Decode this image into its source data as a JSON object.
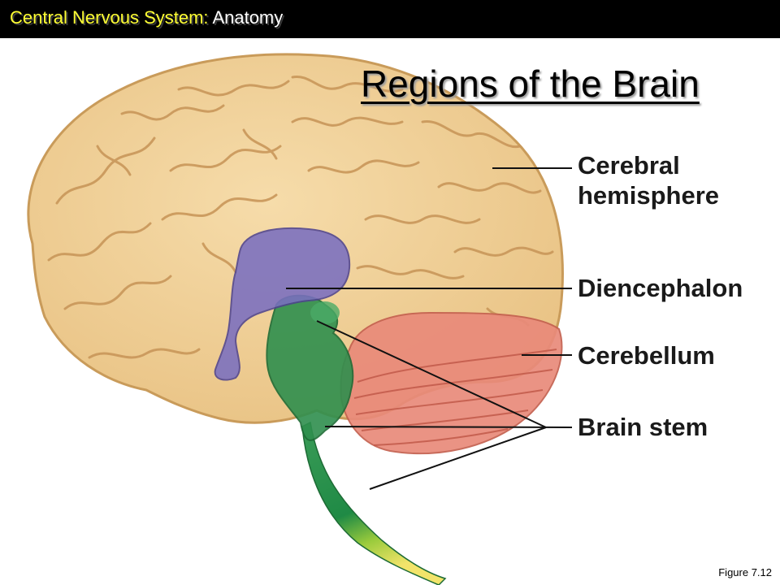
{
  "header": {
    "topic": "Central Nervous System:",
    "subtopic": "Anatomy"
  },
  "title": "Regions of the Brain",
  "labels": {
    "cerebral_line1": "Cerebral",
    "cerebral_line2": "hemisphere",
    "diencephalon": "Diencephalon",
    "cerebellum": "Cerebellum",
    "brain_stem": "Brain stem"
  },
  "figure_ref": "Figure 7.12",
  "colors": {
    "cerebrum": "#efcf97",
    "cerebrum_outline": "#c99b5a",
    "diencephalon": "#7a6fc0",
    "brain_stem": "#2f8f4e",
    "cerebellum": "#e98a7a",
    "spinal_tip": "#e4d64a",
    "header_accent": "#ffff33"
  }
}
